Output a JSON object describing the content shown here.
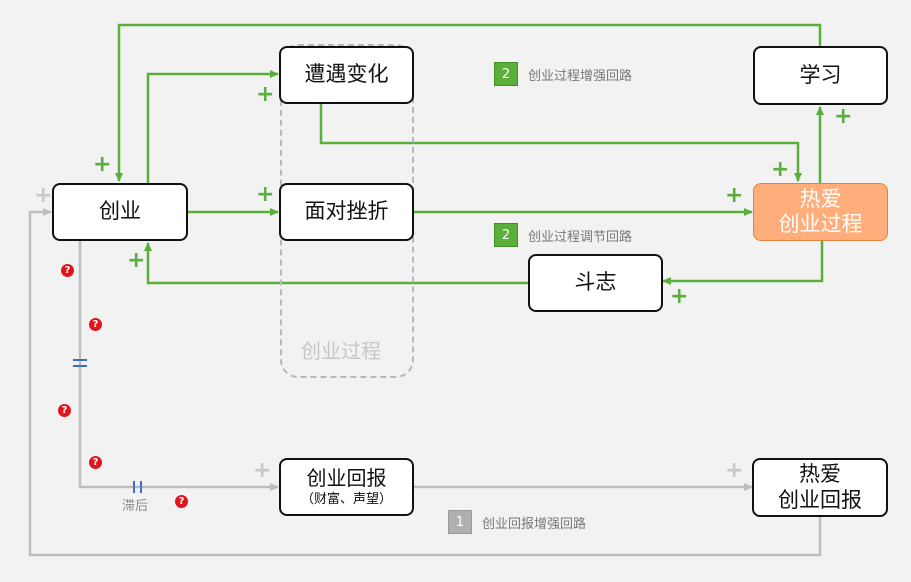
{
  "nodes": {
    "chuangye": "创业",
    "zaoyu": "遭遇变化",
    "mianduicuozhe": "面对挫折",
    "xuexi": "学习",
    "reai_line1": "热爱",
    "reai_line2": "创业过程",
    "douzhi": "斗志",
    "huibao": "创业回报",
    "huibao_sub": "（财富、声望）",
    "reai_huibao_line1": "热爱",
    "reai_huibao_line2": "创业回报"
  },
  "group_label": "创业过程",
  "delay_label": "滞后",
  "loops": [
    {
      "number": "2",
      "label": "创业过程增强回路",
      "color": "green"
    },
    {
      "number": "2",
      "label": "创业过程调节回路",
      "color": "green"
    },
    {
      "number": "1",
      "label": "创业回报增强回路",
      "color": "gray"
    }
  ],
  "signs": {
    "plus": "+",
    "question": "?"
  },
  "colors": {
    "green_arrow": "#5aaf3a",
    "gray_arrow": "#bdbdbd",
    "highlight_fill": "#ffad7a",
    "question_red": "#e0151b",
    "delay_blue": "#3d6ec8"
  }
}
